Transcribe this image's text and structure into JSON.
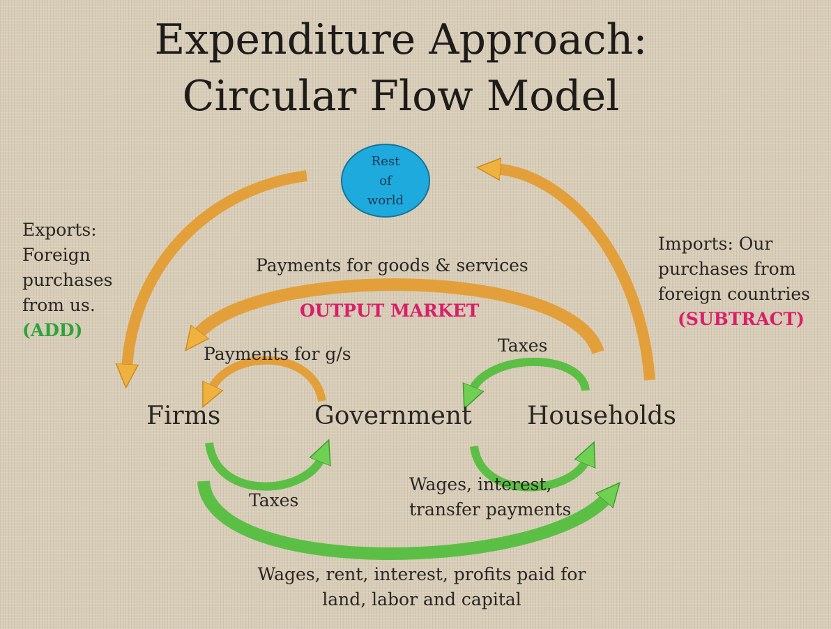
{
  "title": {
    "line1": "Expenditure Approach:",
    "line2": "Circular Flow Model"
  },
  "nodes": {
    "rest_of_world": [
      "Rest",
      "of",
      "world"
    ],
    "firms": "Firms",
    "government": "Government",
    "households": "Households"
  },
  "labels": {
    "exports": [
      "Exports:",
      "Foreign",
      "purchases",
      "from us."
    ],
    "exports_tag": "(ADD)",
    "imports": [
      "Imports:  Our",
      "purchases from",
      "foreign countries"
    ],
    "imports_tag": "(SUBTRACT)",
    "payments_goods_services": "Payments for goods & services",
    "output_market": "OUTPUT MARKET",
    "payments_gs": "Payments for g/s",
    "taxes_households": "Taxes",
    "taxes_firms": "Taxes",
    "wages_transfer": [
      "Wages, interest,",
      "transfer payments"
    ],
    "factor_payments": [
      "Wages, rent, interest, profits paid for",
      "land, labor and capital"
    ]
  },
  "colors": {
    "orange": "#e8a43a",
    "green": "#5cbf45",
    "world": "#1eaadc",
    "pink": "#d81f6a",
    "add_green": "#2fa23a"
  }
}
